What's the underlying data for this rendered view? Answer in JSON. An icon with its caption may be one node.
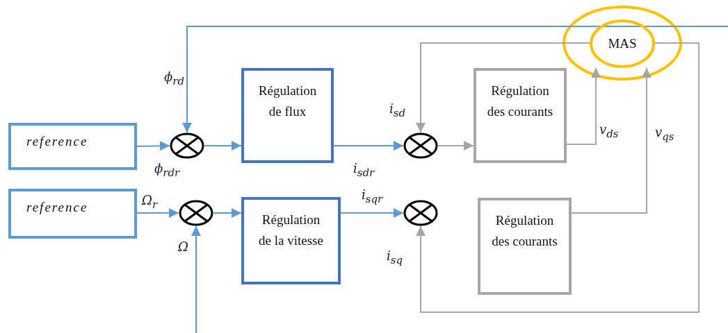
{
  "diagram": {
    "nodes": [
      {
        "text": [
          "reference"
        ]
      },
      {
        "text": [],
        "shape": "circle"
      },
      {
        "text": [
          "Régulation de flux"
        ]
      },
      {
        "text": [],
        "shape": "circle"
      },
      {
        "text": [
          "Régulation des courants"
        ]
      },
      {
        "text": [
          "MAS"
        ]
      },
      {
        "text": [
          "reference"
        ]
      },
      {
        "text": [],
        "shape": "circle"
      },
      {
        "text": [
          "Régulation de la vitesse"
        ]
      },
      {
        "text": [],
        "shape": "circle"
      },
      {
        "text": [
          "Régulation des courants"
        ]
      }
    ],
    "edges": [
      {
        "from": 0,
        "to": 1,
        "arrow": "to",
        "label": "ϕ$_{rdr}$"
      },
      {
        "from": null,
        "to": 1,
        "arrow": "to",
        "label": "ϕ$_{rd}$"
      },
      {
        "from": 1,
        "to": 2,
        "arrow": "to"
      },
      {
        "from": 2,
        "to": 3,
        "arrow": "to",
        "label": "i$_{sdr}$"
      },
      {
        "from": 5,
        "to": 3,
        "arrow": "to",
        "label": "i$_{sd}$",
        "color": "#a5a5a5"
      },
      {
        "from": 3,
        "to": 4,
        "arrow": "to",
        "color": "#a5a5a5"
      },
      {
        "from": 4,
        "to": 5,
        "arrow": "to",
        "label": "v$_{ds}$",
        "color": "#a5a5a5"
      },
      {
        "from": 6,
        "to": 7,
        "arrow": "to",
        "label": "Ω$_{r}$"
      },
      {
        "from": null,
        "to": 7,
        "arrow": "to",
        "label": "Ω"
      },
      {
        "from": 7,
        "to": 8,
        "arrow": "to"
      },
      {
        "from": 8,
        "to": 9,
        "arrow": "to",
        "label": "i$_{sqr}$"
      },
      {
        "from": 10,
        "to": 5,
        "arrow": "to",
        "label": "v$_{qs}$",
        "color": "#a5a5a5"
      },
      {
        "from": 5,
        "to": 9,
        "arrow": "to",
        "label": "i$_{sq}$",
        "color": "#a5a5a5"
      }
    ]
  }
}
